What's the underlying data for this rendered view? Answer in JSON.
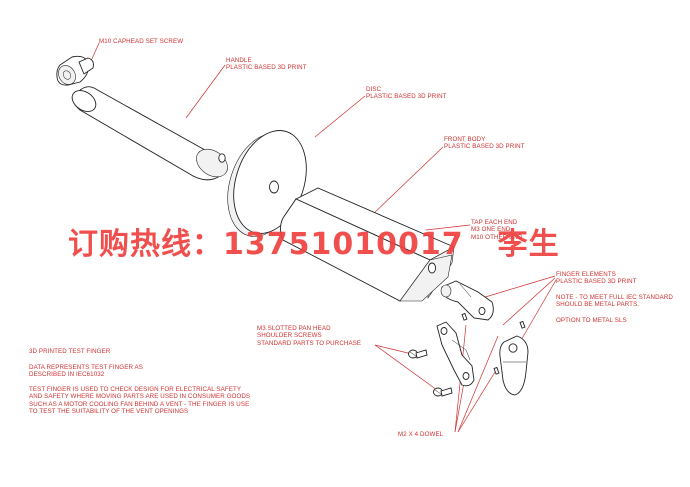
{
  "labels": {
    "screw": [
      "M10 CAPHEAD SET SCREW"
    ],
    "handle": [
      "HANDLE",
      "PLASTIC BASED 3D PRINT"
    ],
    "disc": [
      "DISC",
      "PLASTIC BASED 3D PRINT"
    ],
    "front_body": [
      "FRONT BODY",
      "PLASTIC BASED 3D PRINT"
    ],
    "tap": [
      "TAP EACH END",
      "M3 ONE END",
      "M10 OTHER END"
    ],
    "finger": [
      "FINGER ELEMENTS",
      "PLASTIC BASED 3D PRINT"
    ],
    "note": [
      "NOTE - TO MEET FULL IEC STANDARD",
      "SHOULD BE METAL PARTS."
    ],
    "option": [
      "OPTION TO METAL SLS"
    ],
    "m3": [
      "M3 SLOTTED PAN HEAD",
      "SHOULDER SCREWS",
      "STANDARD PARTS TO PURCHASE"
    ],
    "dowel": [
      "M2 X 4 DOWEL"
    ],
    "desc_title": [
      "3D PRINTED TEST FINGER"
    ],
    "desc_data": [
      "DATA REPRESENTS TEST FINGER AS",
      "DESCRIBED IN IEC61032"
    ],
    "desc_body": [
      "TEST FINGER IS USED TO CHECK DESIGN FOR ELECTRICAL SAFETY",
      "AND SAFETY WHERE MOVING PARTS ARE USED IN CONSUMER GOODS",
      "SUCH AS A MOTOR COOLING FAN BEHIND A VENT - THE FINGER IS USE",
      "TO TEST THE SUITABILITY OF THE VENT OPENINGS"
    ]
  },
  "banner": {
    "prefix": "订购热线：",
    "phone": "13751010017",
    "name": "李生"
  },
  "colors": {
    "annotation": "#d03030",
    "banner": "#f04040",
    "outline": "#222222"
  }
}
